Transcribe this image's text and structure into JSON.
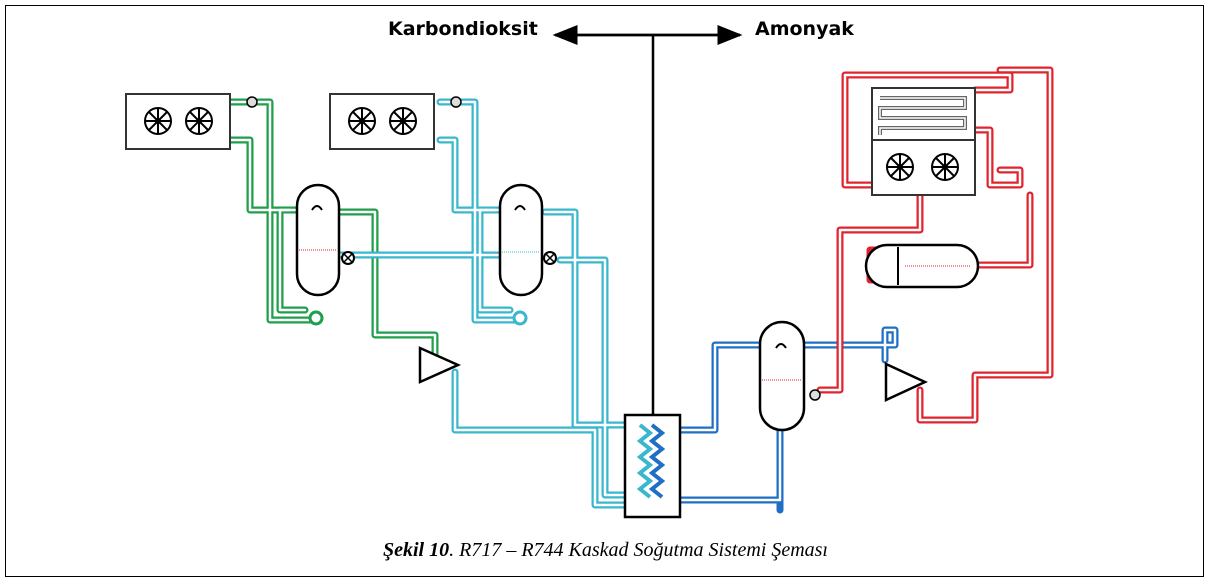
{
  "labels": {
    "left": "Karbondioksit",
    "right": "Amonyak"
  },
  "caption": {
    "bold": "Şekil 10",
    "rest": ". R717 – R744 Kaskad Soğutma Sistemi Şeması"
  },
  "colors": {
    "co2_low": "#1f9e4b",
    "co2_high": "#39b7cd",
    "heat_exchanger": "#1f6fc4",
    "ammonia": "#e0242d",
    "outline": "#000000"
  },
  "icons": [
    "fan-icon",
    "compressor-icon",
    "receiver-tank-icon",
    "heat-exchanger-icon",
    "valve-icon",
    "pump-icon",
    "double-arrow-icon"
  ]
}
